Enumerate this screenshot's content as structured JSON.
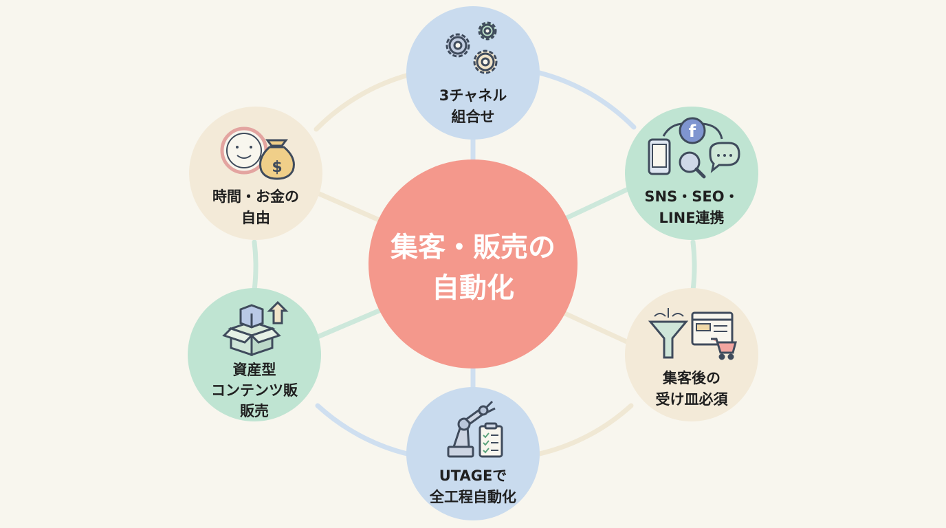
{
  "center": {
    "line1": "集客・販売の",
    "line2": "自動化",
    "color": "#f4988c"
  },
  "nodes": [
    {
      "id": "three-channel",
      "line1": "3チャネル",
      "line2": "組合せ",
      "line3": "",
      "icon": "gears-icon",
      "color": "#c9dbee"
    },
    {
      "id": "sns-seo-line",
      "line1": "SNS・SEO・",
      "line2": "LINE連携",
      "line3": "",
      "icon": "social-media-icon",
      "color": "#bfe4d2"
    },
    {
      "id": "funnel",
      "line1": "集客後の",
      "line2": "受け皿必須",
      "line3": "",
      "icon": "funnel-cart-icon",
      "color": "#f3ead8"
    },
    {
      "id": "utage",
      "line1": "UTAGEで",
      "line2": "全工程自動化",
      "line3": "",
      "icon": "robot-arm-icon",
      "color": "#c9dbee"
    },
    {
      "id": "asset-content",
      "line1": "資産型",
      "line2": "コンテンツ販",
      "line3": "販売",
      "icon": "box-growth-icon",
      "color": "#bfe4d2"
    },
    {
      "id": "freedom",
      "line1": "時間・お金の",
      "line2": "自由",
      "line3": "",
      "icon": "clock-money-icon",
      "color": "#f3ead8"
    }
  ],
  "ring_colors": {
    "blue": "#cfdff0",
    "green": "#cde8db",
    "beige": "#f0e8d4"
  }
}
